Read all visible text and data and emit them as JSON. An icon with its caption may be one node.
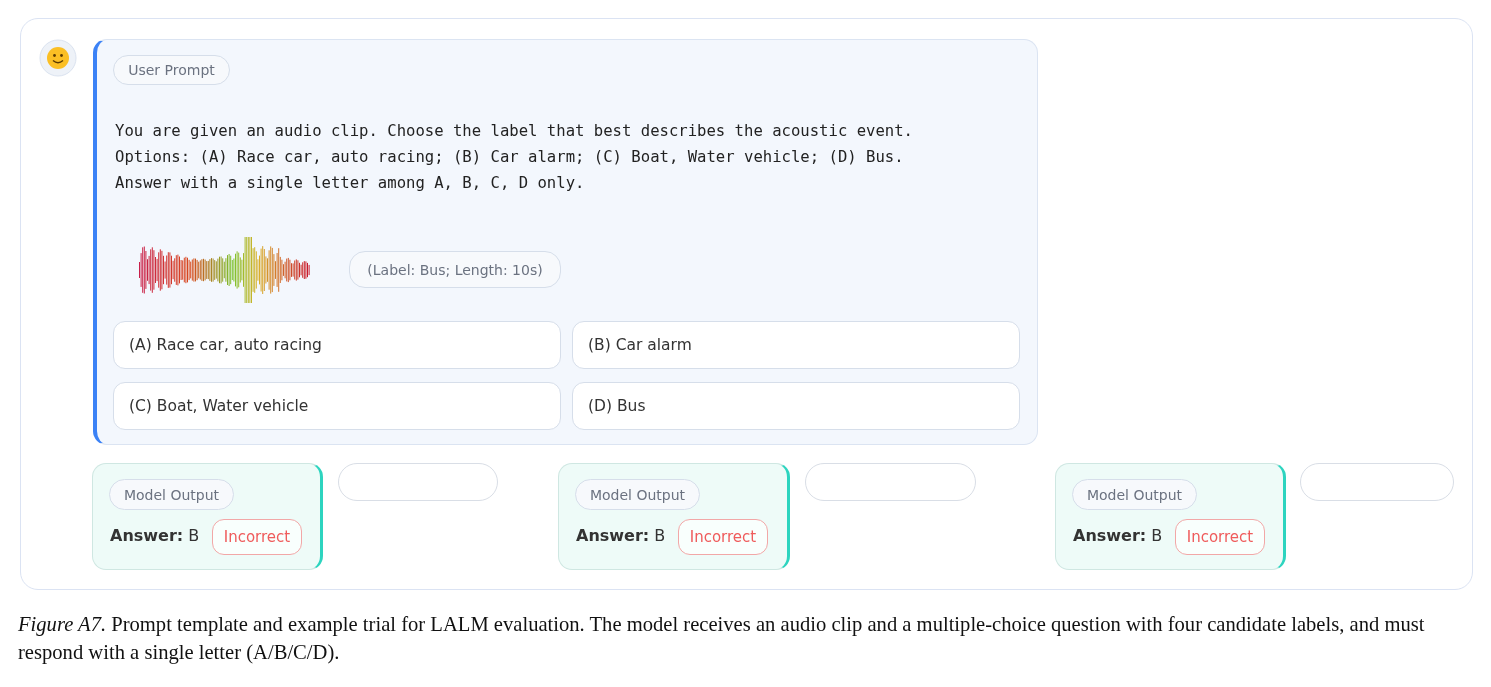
{
  "diagram": {
    "caption": "*Figure A7.* Prompt template and example trial for LALM evaluation. The model receives an audio clip and a multiple-choice question with four candidate labels, and must respond with a single letter (A/B/C/D).",
    "nodes": [
      {
        "text": [
          "You are given an audio clip. Choose the label that best describes the acoustic event.",
          "Options: (A) Race car, auto racing; (B) Car alarm; (C) Boat, Water vehicle; (D) Bus.",
          "Answer with a single letter among A, B, C, D only."
        ]
      },
      {
        "text": [
          "User Prompt"
        ],
        "in": 0
      },
      {
        "text": [
          "(Label: Bus; Length: 10s)"
        ],
        "in": 0
      },
      {
        "text": [
          "(A) Race car, auto racing"
        ],
        "in": 0
      },
      {
        "text": [
          "(B) Car alarm"
        ],
        "in": 0
      },
      {
        "text": [
          "(C) Boat, Water vehicle"
        ],
        "in": 0
      },
      {
        "text": [
          "(D) Bus"
        ],
        "in": 0
      },
      {
        "text": [
          "**Answer:** B"
        ]
      },
      {
        "text": [
          "Model Output"
        ],
        "in": 7
      },
      {
        "text": [
          "Incorrect"
        ],
        "in": 7
      },
      {
        "text": [],
        "shape": "box"
      },
      {
        "text": [
          "**Answer:** B"
        ]
      },
      {
        "text": [
          "Model Output"
        ],
        "in": 11
      },
      {
        "text": [
          "Incorrect"
        ],
        "in": 11
      },
      {
        "text": [],
        "shape": "box"
      },
      {
        "text": [
          "**Answer:** B"
        ]
      },
      {
        "text": [
          "Model Output"
        ],
        "in": 15
      },
      {
        "text": [
          "Incorrect"
        ],
        "in": 15
      },
      {
        "text": [],
        "shape": "box"
      }
    ]
  }
}
